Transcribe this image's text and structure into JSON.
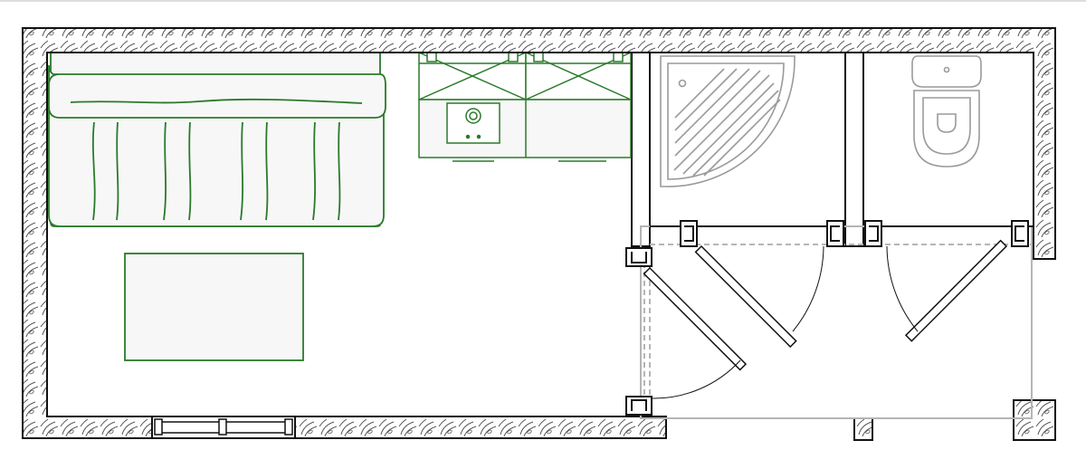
{
  "colors": {
    "wall_line": "#111111",
    "wall_fill": "#ffffff",
    "hatch": "#555555",
    "furniture": "#2a7a2a",
    "fixture": "#9a9a9a",
    "canopy": "#b5b5b5",
    "door": "#111111"
  },
  "rooms": [
    {
      "name": "living-room"
    },
    {
      "name": "shower-room"
    },
    {
      "name": "toilet-room"
    },
    {
      "name": "entry-porch"
    }
  ],
  "furniture": [
    {
      "name": "sofa",
      "icon": "sofa-icon"
    },
    {
      "name": "rug",
      "icon": "rug-icon"
    },
    {
      "name": "kitchen-cabinet-left",
      "icon": "cabinet-icon"
    },
    {
      "name": "kitchen-cabinet-right",
      "icon": "cabinet-icon"
    },
    {
      "name": "stove",
      "icon": "stove-icon"
    },
    {
      "name": "shower-tray",
      "icon": "shower-icon"
    },
    {
      "name": "toilet",
      "icon": "toilet-icon"
    }
  ],
  "openings": [
    {
      "name": "window-south",
      "icon": "window-icon"
    },
    {
      "name": "door-entry",
      "icon": "door-icon"
    },
    {
      "name": "door-shower",
      "icon": "door-icon"
    },
    {
      "name": "door-toilet",
      "icon": "door-icon"
    }
  ]
}
